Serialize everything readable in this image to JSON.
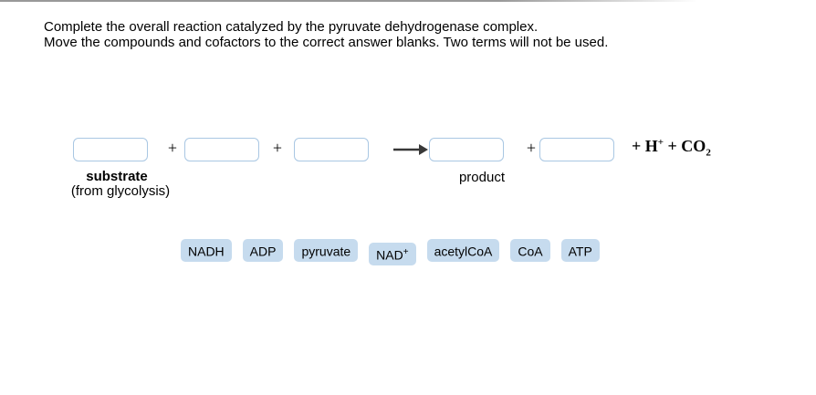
{
  "instructions": {
    "line1": "Complete the overall reaction catalyzed by the pyruvate dehydrogenase complex.",
    "line2": "Move the compounds and cofactors to the correct answer blanks. Two terms will not be used."
  },
  "reaction": {
    "plus": "+",
    "blanks": [
      {
        "value": ""
      },
      {
        "value": ""
      },
      {
        "value": ""
      },
      {
        "value": ""
      },
      {
        "value": ""
      }
    ],
    "substrate_label": "substrate",
    "substrate_sublabel": "(from glycolysis)",
    "product_label": "product",
    "arrow_icon": "long-right-arrow",
    "tail": {
      "plus_h": "+ H",
      "h_sup": "+",
      "plus_co": " + CO",
      "co_sub": "2"
    }
  },
  "term_bank": {
    "terms": [
      {
        "label": "NADH",
        "sup": ""
      },
      {
        "label": "ADP",
        "sup": ""
      },
      {
        "label": "pyruvate",
        "sup": ""
      },
      {
        "label": "NAD",
        "sup": "+"
      },
      {
        "label": "acetylCoA",
        "sup": ""
      },
      {
        "label": "CoA",
        "sup": ""
      },
      {
        "label": "ATP",
        "sup": ""
      }
    ]
  },
  "colors": {
    "chip_bg": "#c6dbee",
    "blank_border": "#a9c7e3",
    "text": "#000000",
    "arrow": "#383838",
    "top_bar": "#999999",
    "page_bg": "#ffffff"
  }
}
